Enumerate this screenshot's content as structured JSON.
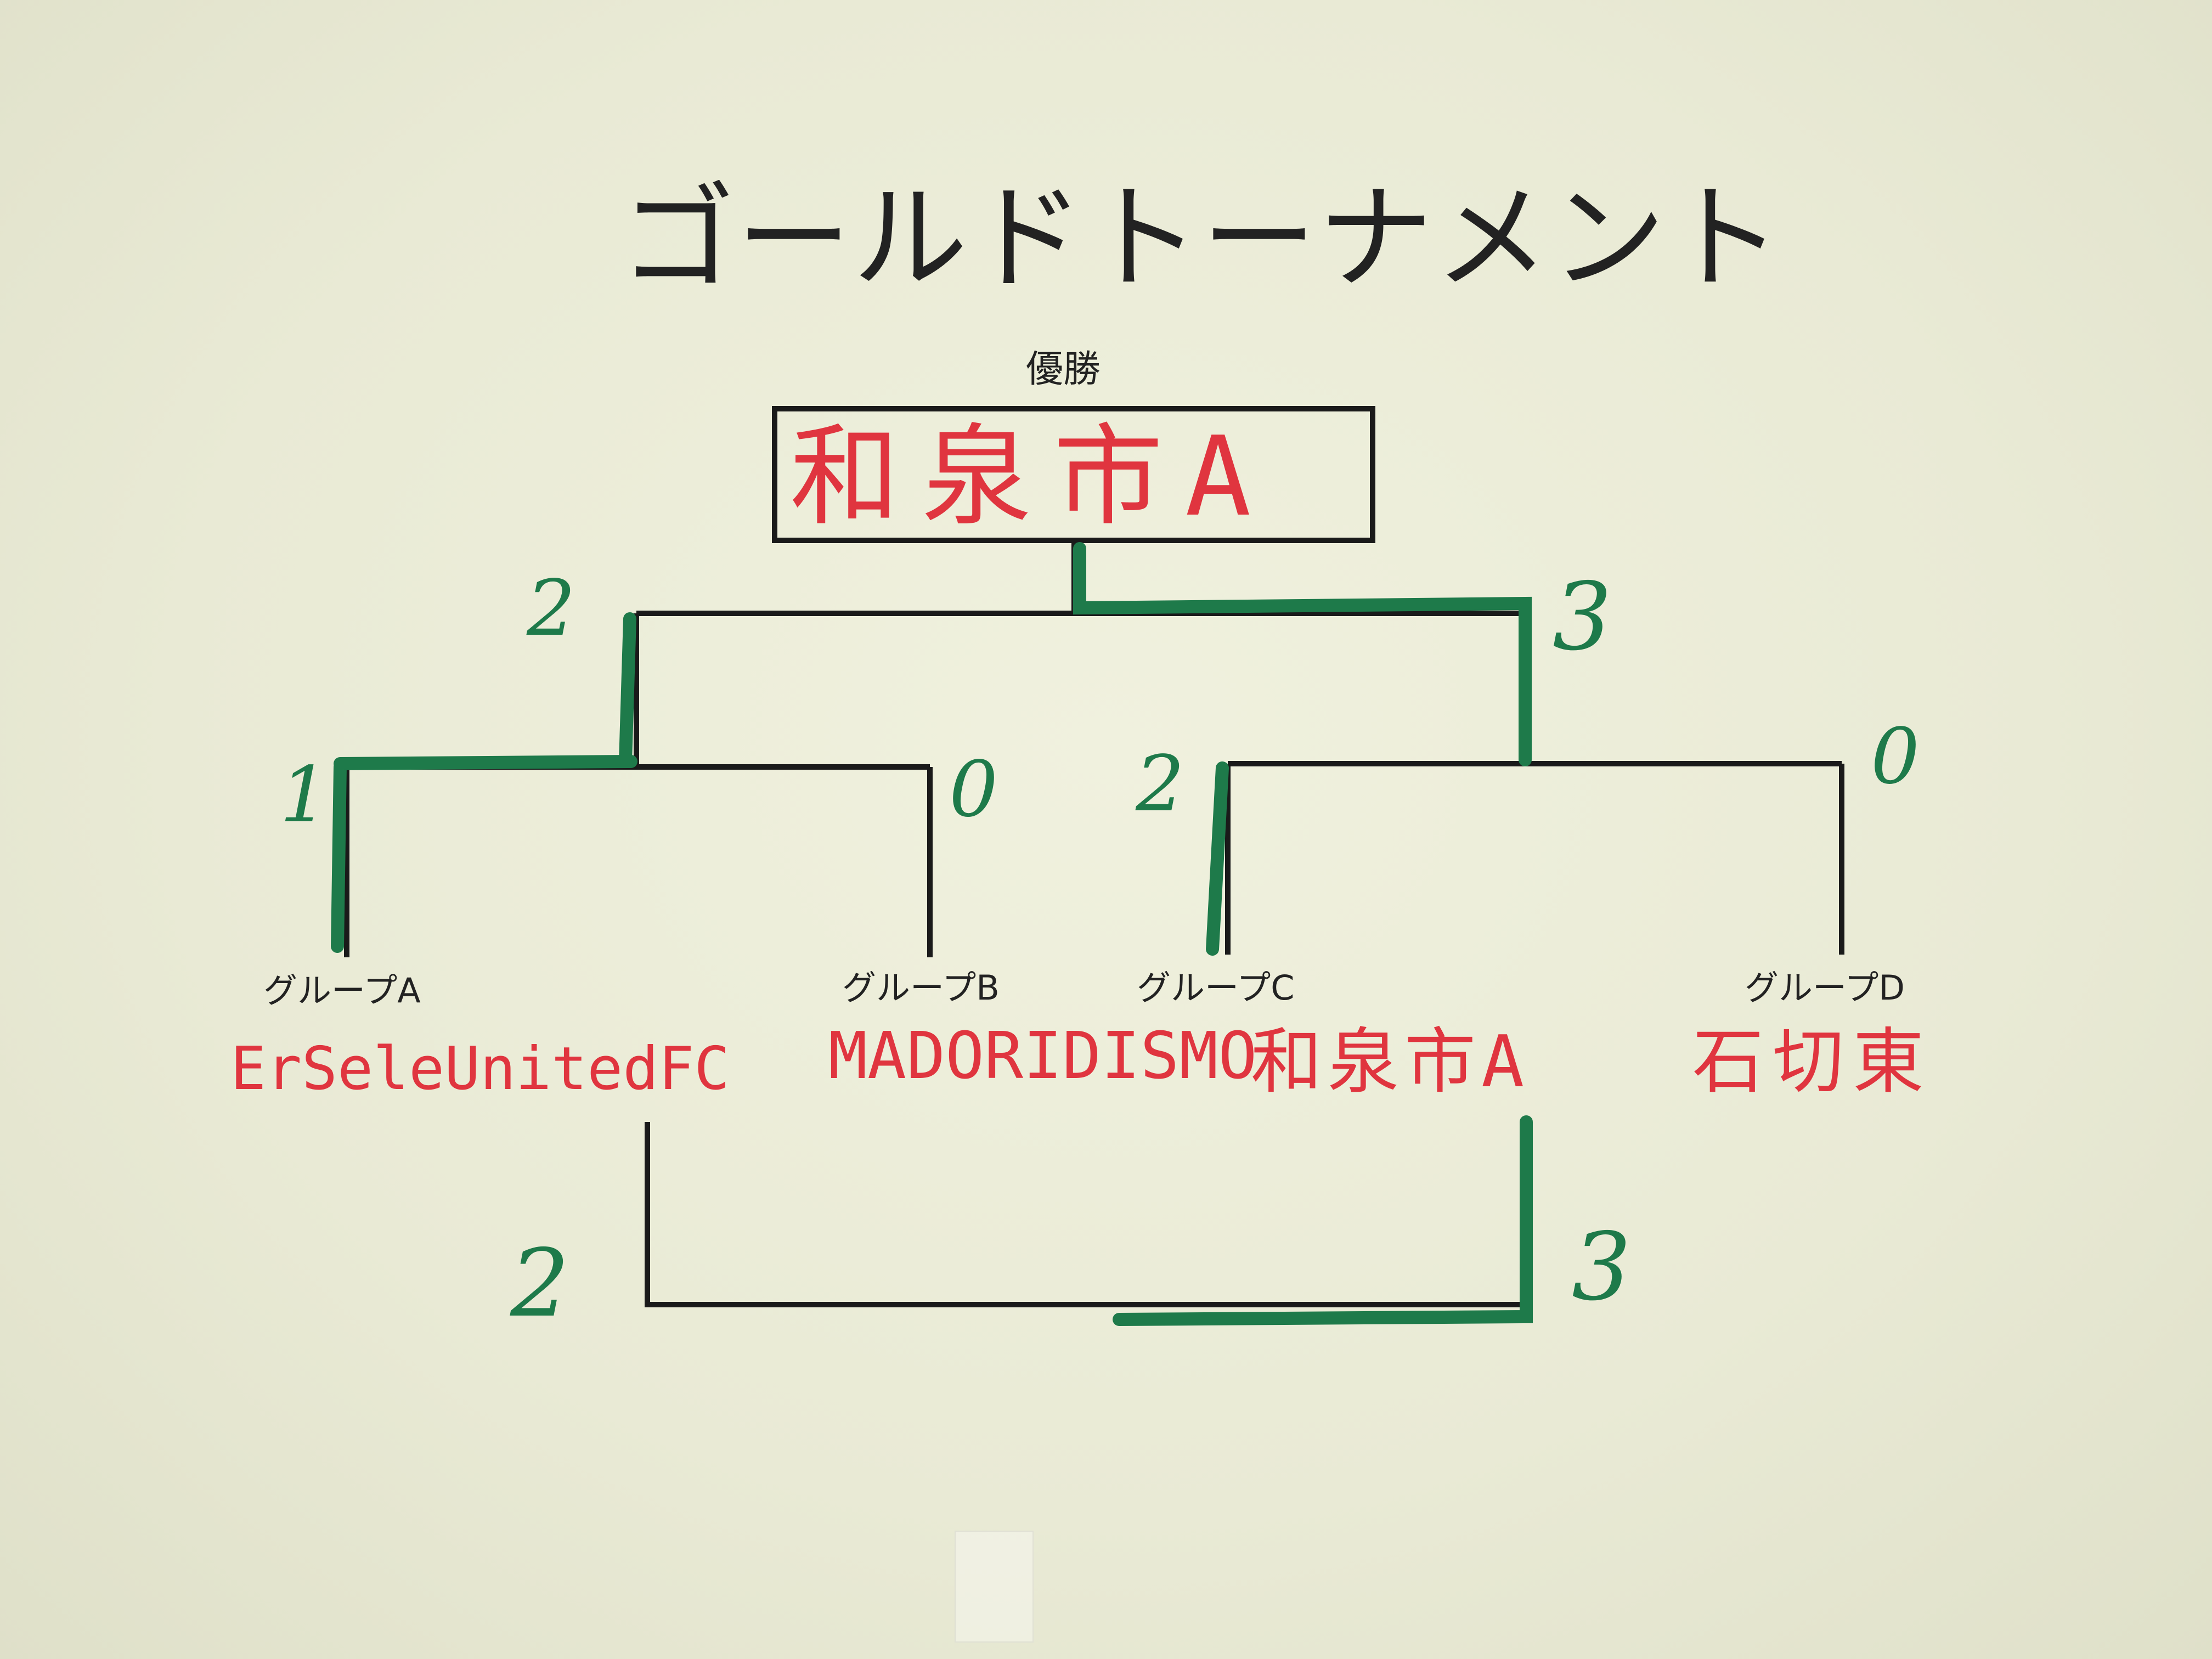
{
  "title": "ゴールドトーナメント",
  "winner": {
    "caption": "優勝",
    "team": "和泉市A"
  },
  "groups": [
    {
      "label": "グループA",
      "team": "ErSeleUnitedFC"
    },
    {
      "label": "グループB",
      "team": "MADORIDISMO"
    },
    {
      "label": "グループC",
      "team": "和泉市A"
    },
    {
      "label": "グループD",
      "team": "石切東"
    }
  ],
  "scores": {
    "semi_left_a": "1",
    "semi_left_b": "0",
    "semi_right_c": "2",
    "semi_right_d": "0",
    "final_left": "2",
    "final_right": "3",
    "third_left": "2",
    "third_right": "3"
  },
  "colors": {
    "bracket_line": "#1a1a1a",
    "winner_path": "#1e7a4a",
    "team_text": "#e0353f"
  }
}
